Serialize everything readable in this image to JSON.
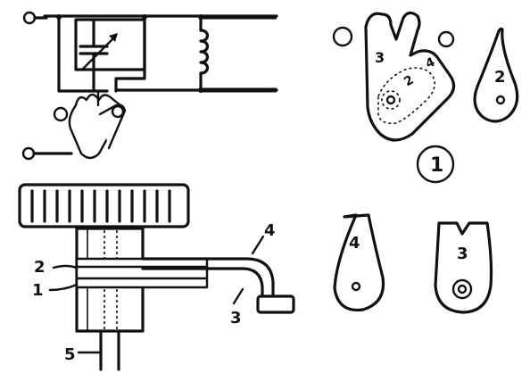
{
  "labels": {
    "fig_number": "1",
    "top_plate_3": "3",
    "top_plate_2_small": "2",
    "top_plate_4_small": "4",
    "plate_2": "2",
    "plate_4": "4",
    "plate_3": "3",
    "assembly_1": "1",
    "assembly_2": "2",
    "assembly_3": "3",
    "assembly_4": "4",
    "assembly_5": "5"
  }
}
